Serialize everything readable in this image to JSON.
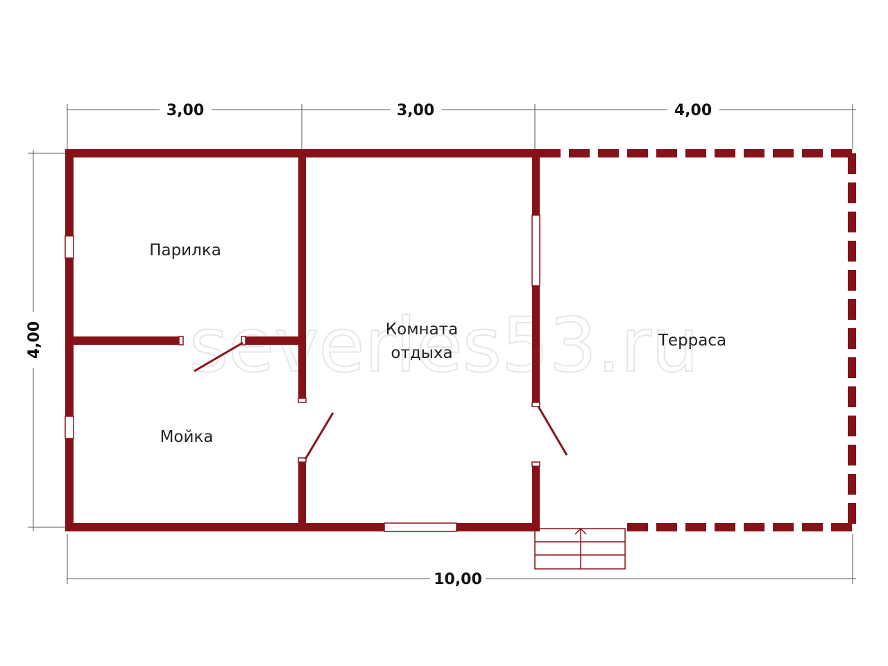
{
  "dimensions": {
    "top_left": "3,00",
    "top_middle": "3,00",
    "top_right": "4,00",
    "bottom_total": "10,00",
    "left_height": "4,00"
  },
  "rooms": {
    "steam_room": "Парилка",
    "washroom": "Мойка",
    "rest_room_line1": "Комната",
    "rest_room_line2": "отдыха",
    "terrace": "Терраса"
  },
  "watermark": "severles53.ru",
  "colors": {
    "wall": "#861219",
    "dimension_line": "#555555",
    "text": "#222222"
  }
}
